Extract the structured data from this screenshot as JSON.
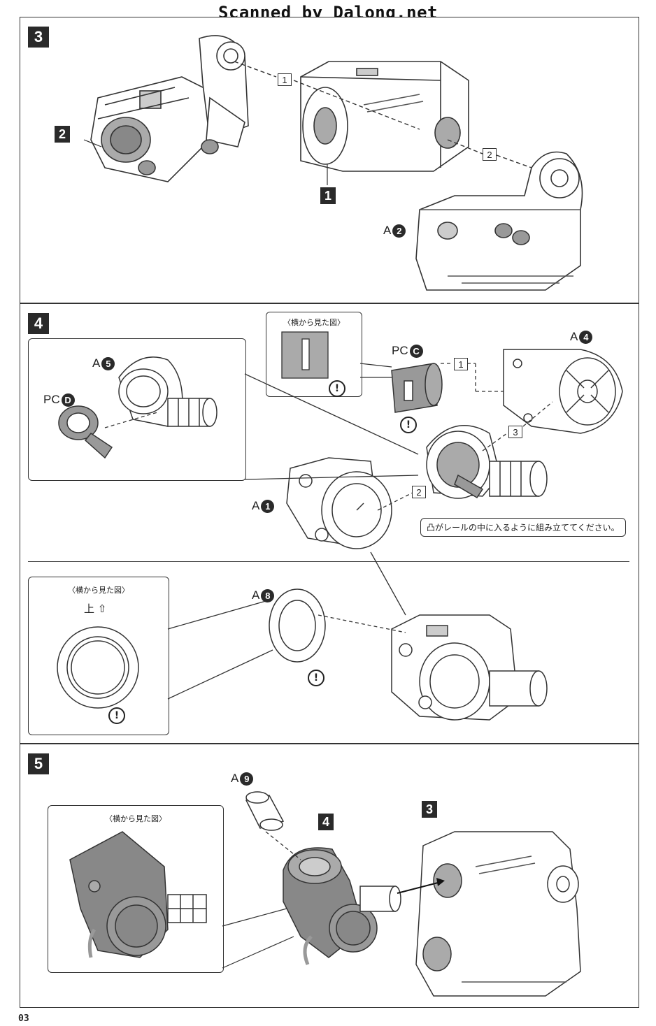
{
  "watermark": "Scanned by Dalong.net",
  "page_number": "03",
  "steps": {
    "s3": {
      "number": "3",
      "tags": {
        "t1": "1",
        "t2": "2"
      },
      "seq": {
        "a": "1",
        "b": "2"
      },
      "part_a2": {
        "prefix": "A",
        "num": "2"
      }
    },
    "s4": {
      "number": "4",
      "inset_side_view_caption": "〈横から見た図〉",
      "inset_a5": {
        "prefix": "A",
        "num": "5"
      },
      "inset_pcd": {
        "prefix": "PC",
        "num": "D"
      },
      "part_pcc": {
        "prefix": "PC",
        "num": "C"
      },
      "part_a4": {
        "prefix": "A",
        "num": "4"
      },
      "part_a1": {
        "prefix": "A",
        "num": "1"
      },
      "part_a8": {
        "prefix": "A",
        "num": "8"
      },
      "seq": {
        "a": "1",
        "b": "2",
        "c": "3"
      },
      "note": "凸がレールの中に入るように組み立ててください。",
      "ring_caption": "〈横から見た図〉",
      "ring_up_label": "上",
      "ring_up_arrow": "⇧",
      "caution": "!"
    },
    "s5": {
      "number": "5",
      "inset_caption": "〈横から見た図〉",
      "part_a9": {
        "prefix": "A",
        "num": "9"
      },
      "tags": {
        "t4": "4",
        "t3": "3"
      }
    }
  },
  "icons": [
    "caution-icon",
    "rotate-arrow-icon",
    "dashed-guide-line",
    "assembly-arrow"
  ]
}
